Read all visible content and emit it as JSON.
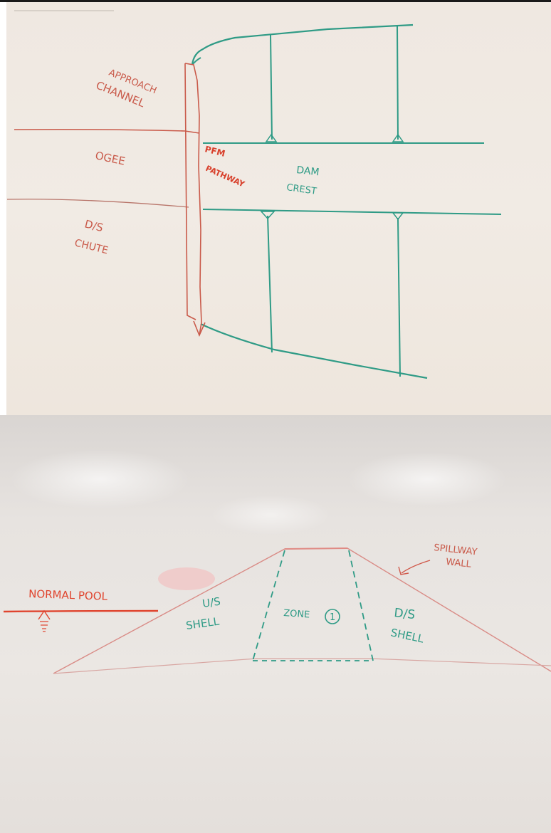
{
  "top_sketch": {
    "labels": {
      "approach_channel_line1": "APPROACH",
      "approach_channel_line2": "CHANNEL",
      "ogee": "OGEE",
      "ds_chute_line1": "D/S",
      "ds_chute_line2": "CHUTE",
      "pfm_pathway_line1": "PFM",
      "pfm_pathway_line2": "PATHWAY",
      "dam_crest_line1": "DAM",
      "dam_crest_line2": "CREST"
    },
    "colors": {
      "red_marker": "#c95a4a",
      "green_marker": "#2f9b86"
    }
  },
  "bottom_sketch": {
    "labels": {
      "normal_pool": "NORMAL POOL",
      "us_shell_line1": "U/S",
      "us_shell_line2": "SHELL",
      "zone": "ZONE",
      "zone_number": "1",
      "ds_shell_line1": "D/S",
      "ds_shell_line2": "SHELL",
      "spillway_wall_line1": "SPILLWAY",
      "spillway_wall_line2": "WALL"
    },
    "colors": {
      "pool_marker": "#e0442e",
      "outline_marker": "#d98b86",
      "green_marker": "#2f9b86"
    }
  }
}
